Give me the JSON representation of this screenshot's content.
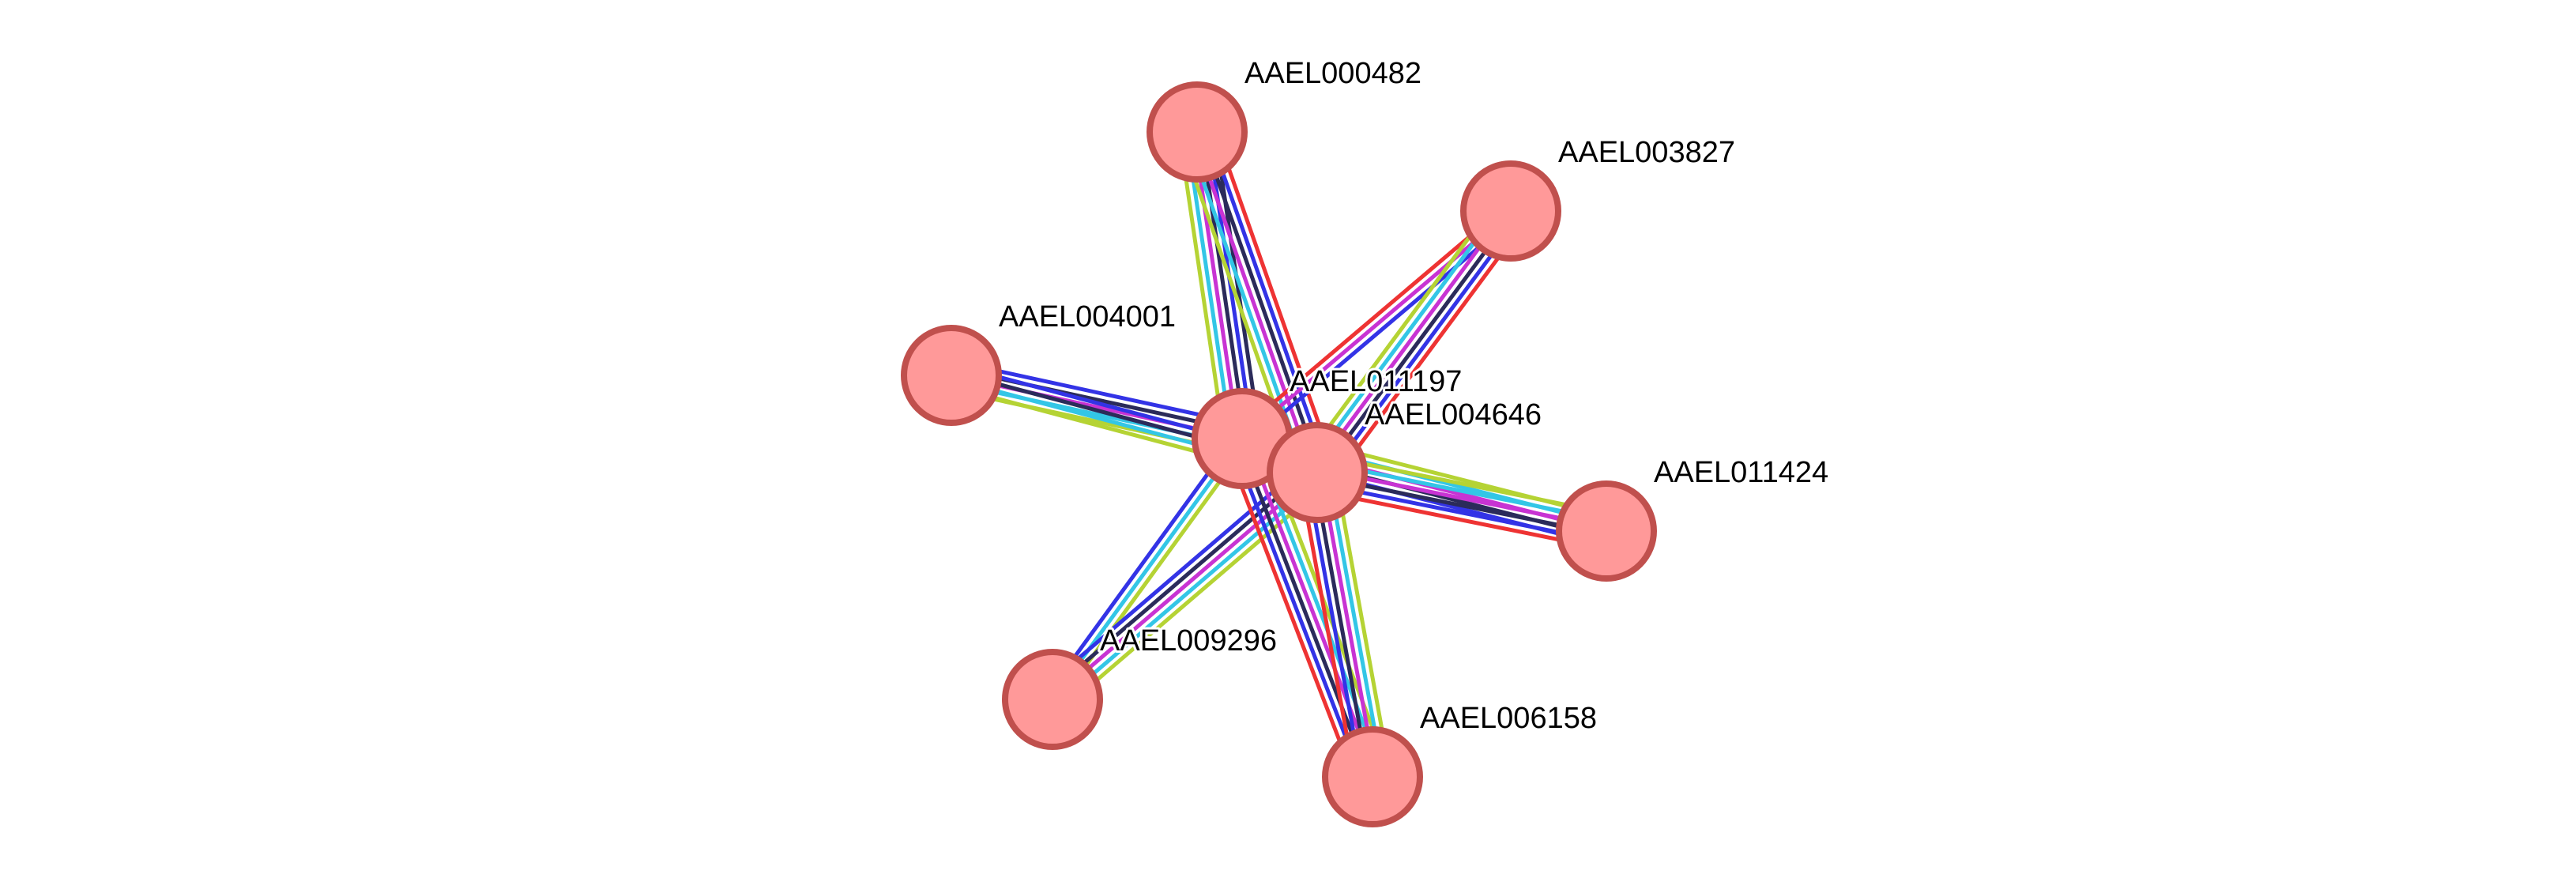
{
  "colors": {
    "node_fill": "#ff9999",
    "node_stroke": "#c0504d",
    "edge_colors": [
      "#b5d334",
      "#33c6e6",
      "#c833d3",
      "#2b2b5a",
      "#3333e6",
      "#ee3333"
    ]
  },
  "nodes": [
    {
      "id": "AAEL000482",
      "label": "AAEL000482"
    },
    {
      "id": "AAEL003827",
      "label": "AAEL003827"
    },
    {
      "id": "AAEL004001",
      "label": "AAEL004001"
    },
    {
      "id": "AAEL011197",
      "label": "AAEL011197"
    },
    {
      "id": "AAEL004646",
      "label": "AAEL004646"
    },
    {
      "id": "AAEL011424",
      "label": "AAEL011424"
    },
    {
      "id": "AAEL009296",
      "label": "AAEL009296"
    },
    {
      "id": "AAEL006158",
      "label": "AAEL006158"
    }
  ],
  "edges": [
    {
      "source": "AAEL011197",
      "target": "AAEL000482",
      "types": [
        "#b5d334",
        "#33c6e6",
        "#c833d3",
        "#2b2b5a",
        "#3333e6",
        "#2b2b5a"
      ]
    },
    {
      "source": "AAEL004646",
      "target": "AAEL000482",
      "types": [
        "#b5d334",
        "#33c6e6",
        "#c833d3",
        "#2b2b5a",
        "#3333e6",
        "#ee3333"
      ]
    },
    {
      "source": "AAEL011197",
      "target": "AAEL003827",
      "types": [
        "#ee3333",
        "#c833d3",
        "#3333e6"
      ]
    },
    {
      "source": "AAEL004646",
      "target": "AAEL003827",
      "types": [
        "#b5d334",
        "#33c6e6",
        "#c833d3",
        "#2b2b5a",
        "#3333e6",
        "#ee3333"
      ]
    },
    {
      "source": "AAEL011197",
      "target": "AAEL004001",
      "types": [
        "#b5d334",
        "#33c6e6",
        "#c833d3",
        "#2b2b5a",
        "#3333e6"
      ]
    },
    {
      "source": "AAEL004646",
      "target": "AAEL004001",
      "types": [
        "#b5d334",
        "#33c6e6",
        "#2b2b5a",
        "#3333e6"
      ]
    },
    {
      "source": "AAEL011197",
      "target": "AAEL004646",
      "types": [
        "#b5d334",
        "#33c6e6",
        "#c833d3",
        "#2b2b5a",
        "#3333e6",
        "#ee3333"
      ]
    },
    {
      "source": "AAEL011197",
      "target": "AAEL011424",
      "types": [
        "#b5d334",
        "#33c6e6",
        "#c833d3",
        "#2b2b5a",
        "#3333e6"
      ]
    },
    {
      "source": "AAEL004646",
      "target": "AAEL011424",
      "types": [
        "#b5d334",
        "#33c6e6",
        "#c833d3",
        "#2b2b5a",
        "#3333e6",
        "#ee3333"
      ]
    },
    {
      "source": "AAEL011197",
      "target": "AAEL009296",
      "types": [
        "#b5d334",
        "#33c6e6",
        "#3333e6"
      ]
    },
    {
      "source": "AAEL004646",
      "target": "AAEL009296",
      "types": [
        "#b5d334",
        "#33c6e6",
        "#c833d3",
        "#2b2b5a",
        "#3333e6"
      ]
    },
    {
      "source": "AAEL011197",
      "target": "AAEL006158",
      "types": [
        "#b5d334",
        "#33c6e6",
        "#c833d3",
        "#2b2b5a",
        "#3333e6",
        "#ee3333"
      ]
    },
    {
      "source": "AAEL004646",
      "target": "AAEL006158",
      "types": [
        "#b5d334",
        "#33c6e6",
        "#c833d3",
        "#2b2b5a",
        "#3333e6",
        "#ee3333"
      ]
    }
  ]
}
